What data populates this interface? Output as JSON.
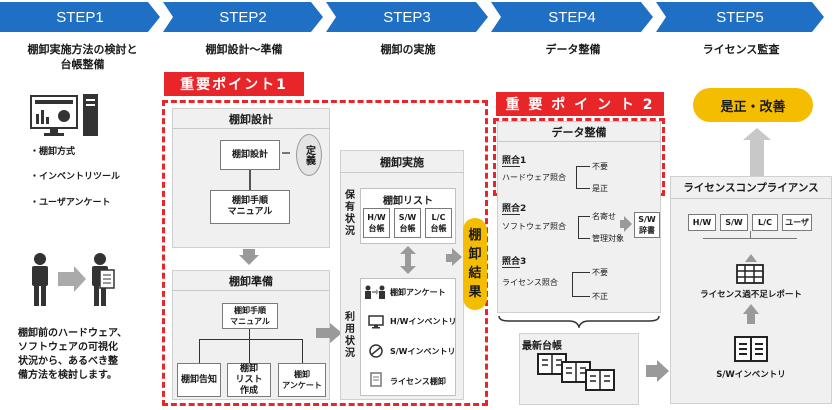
{
  "steps": [
    "STEP1",
    "STEP2",
    "STEP3",
    "STEP4",
    "STEP5"
  ],
  "headings": {
    "s1_line1": "棚卸実施方法の検討と",
    "s1_line2": "台帳整備",
    "s2": "棚卸設計～準備",
    "s3": "棚卸の実施",
    "s4": "データ整備",
    "s5": "ライセンス監査"
  },
  "step1": {
    "bullets": [
      "・棚卸方式",
      "・インベントリツール",
      "・ユーザアンケート"
    ],
    "desc": [
      "棚卸前のハードウェア、",
      "ソフトウェアの可視化",
      "状況から、あるべき整",
      "備方法を検討します。"
    ]
  },
  "point1": "重要ポイント1",
  "point2": "重 要 ポ イ ン ト 2",
  "design": {
    "title": "棚卸設計",
    "design_box": "棚卸設計",
    "definition": "定義",
    "manual_l1": "棚卸手順",
    "manual_l2": "マニュアル"
  },
  "prep": {
    "title": "棚卸準備",
    "manual_l1": "棚卸手順",
    "manual_l2": "マニュアル",
    "notice": "棚卸告知",
    "list_l1": "棚卸",
    "list_l2": "リスト",
    "list_l3": "作成",
    "survey_l1": "棚卸",
    "survey_l2": "アンケート"
  },
  "exec": {
    "title": "棚卸実施",
    "holding": [
      "保",
      "有",
      "状",
      "況"
    ],
    "list_title": "棚卸リスト",
    "ledgers": [
      [
        "H/W",
        "台帳"
      ],
      [
        "S/W",
        "台帳"
      ],
      [
        "L/C",
        "台帳"
      ]
    ],
    "usage": [
      "利",
      "用",
      "状",
      "況"
    ],
    "items": [
      "棚卸アンケート",
      "H/Wインベントリ",
      "S/Wインベントリ",
      "ライセンス棚卸"
    ],
    "result": [
      "棚",
      "卸",
      "結",
      "果"
    ]
  },
  "data": {
    "title": "データ整備",
    "m1": "照合1",
    "m1_label": "ハードウェア照合",
    "m1_a": "不要",
    "m1_b": "是正",
    "m2": "照合2",
    "m2_label": "ソフトウェア照合",
    "m2_a": "名寄せ",
    "m2_b": "管理対象",
    "dict_l1": "S/W",
    "dict_l2": "辞書",
    "m3": "照合3",
    "m3_label": "ライセンス照合",
    "m3_a": "不要",
    "m3_b": "不正",
    "ledger_title": "最新台帳"
  },
  "audit": {
    "correction": "是正・改善",
    "compliance": "ライセンスコンプライアンス",
    "tags": [
      "H/W",
      "S/W",
      "L/C",
      "ユーザ"
    ],
    "report": "ライセンス過不足レポート",
    "inventory": "S/Wインベントリ"
  },
  "colors": {
    "step_blue": "#1f6fc4",
    "accent_red": "#e8262a",
    "accent_yellow": "#f5bd00",
    "arrow_gray": "#9a9a9a"
  }
}
